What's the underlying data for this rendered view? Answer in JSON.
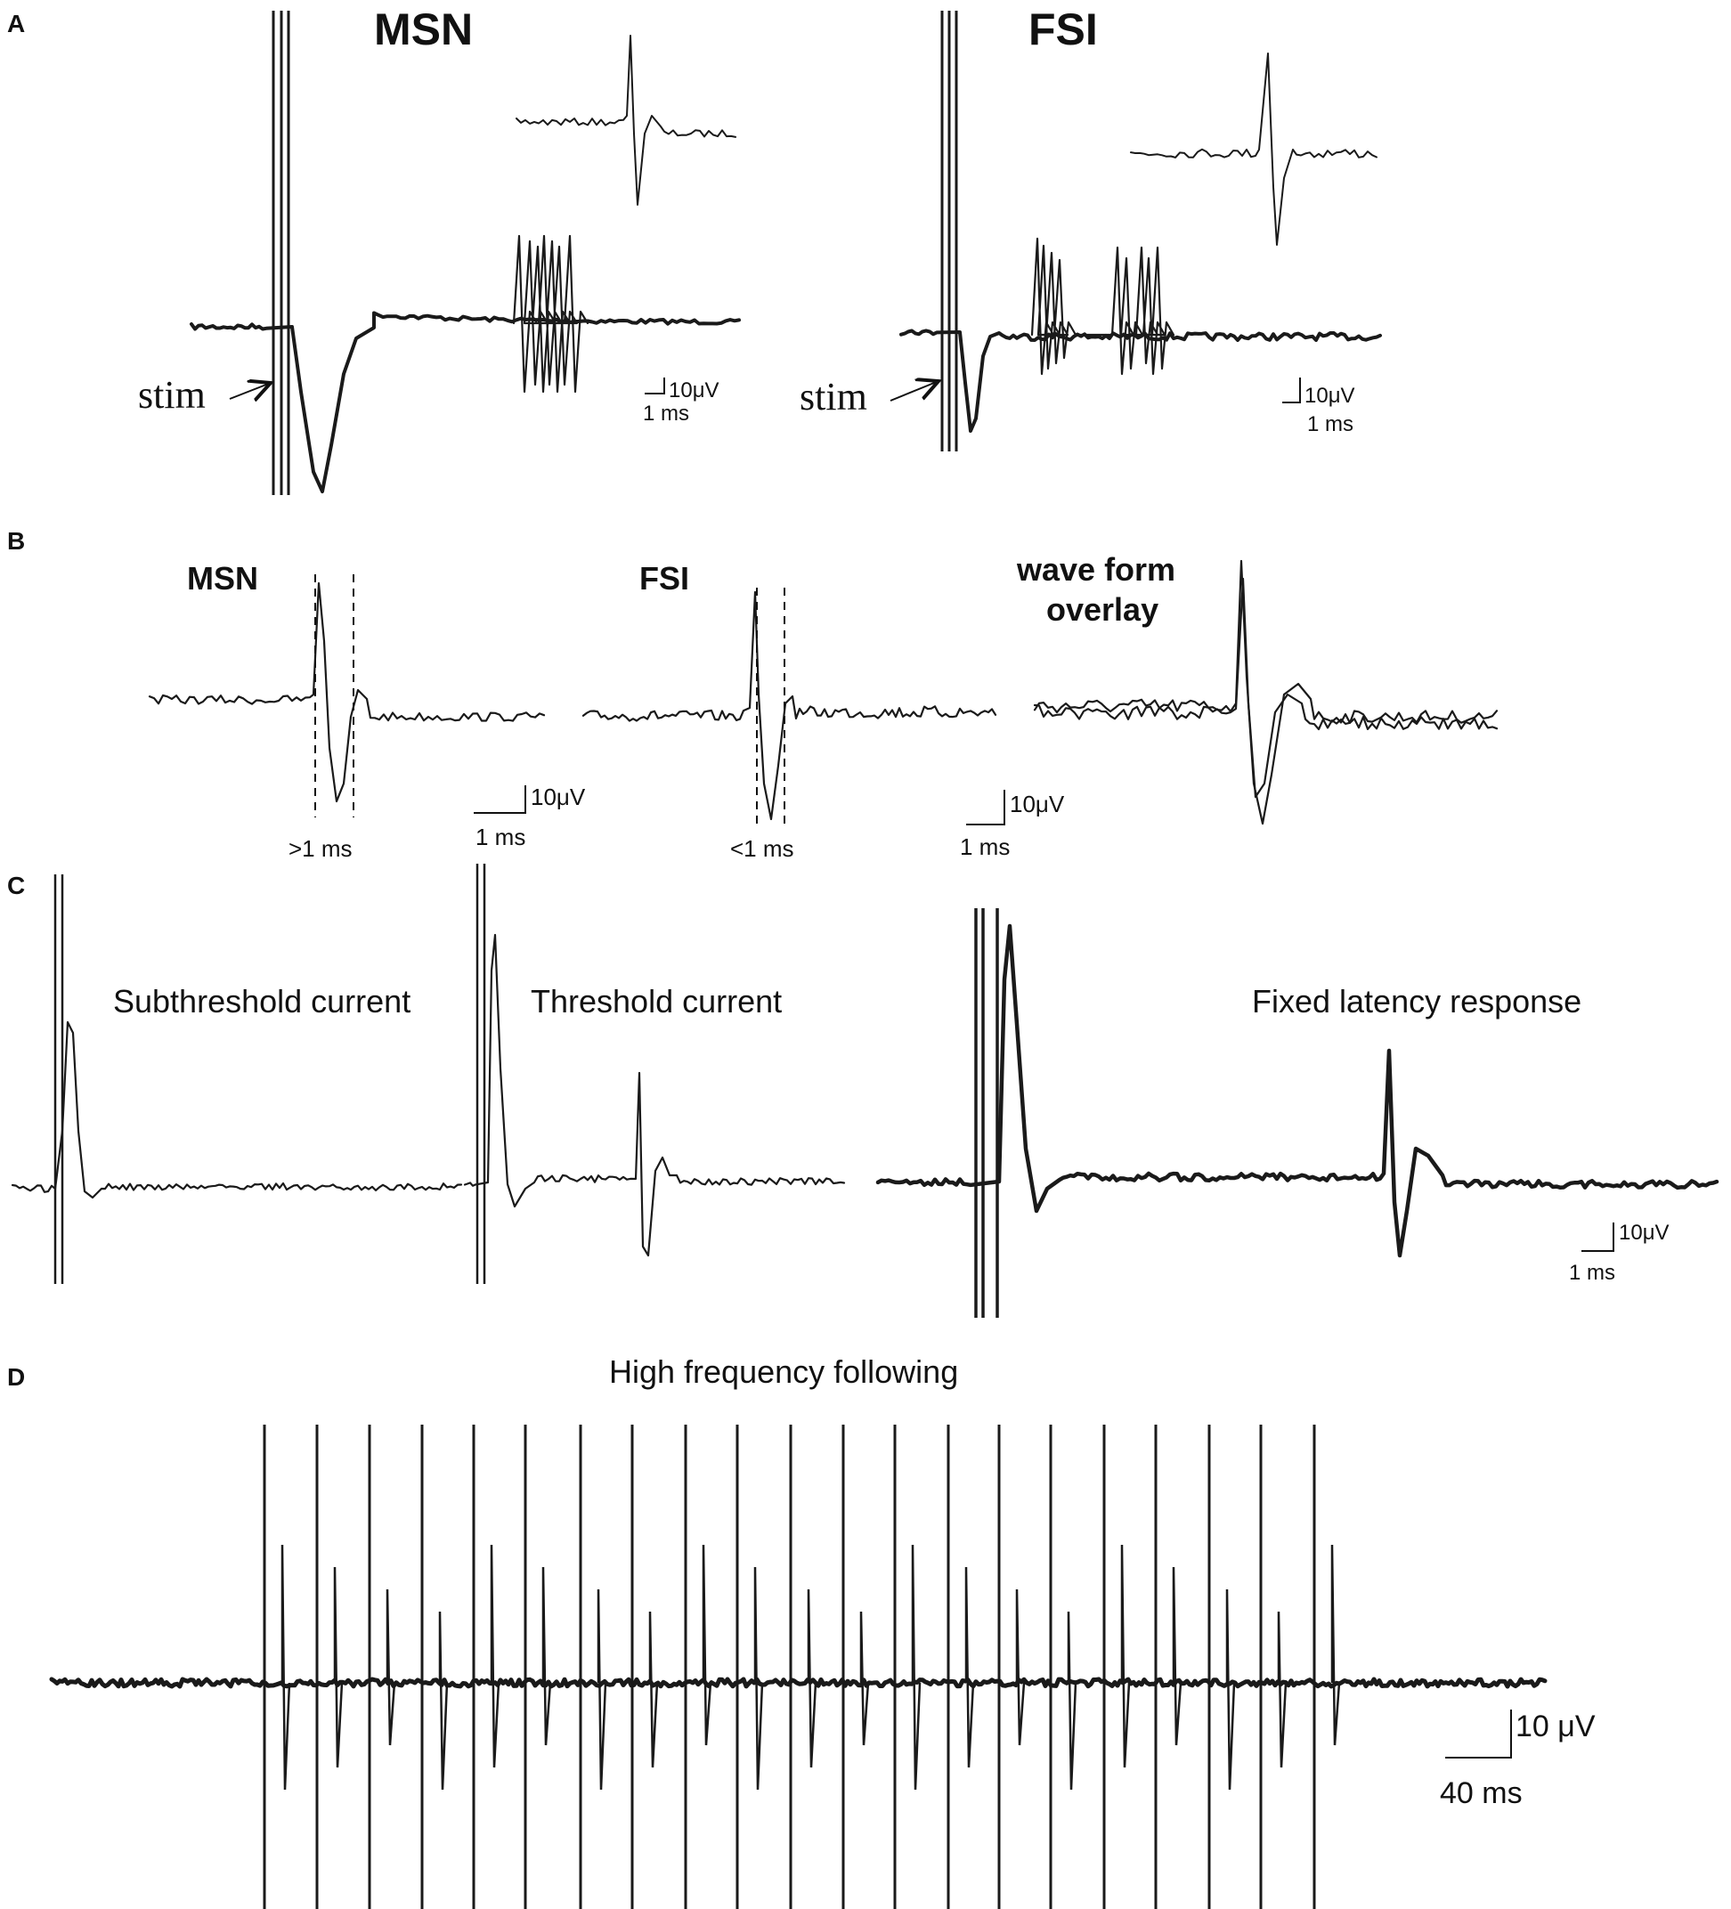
{
  "panels": {
    "a": {
      "letter": "A",
      "msn_title": "MSN",
      "fsi_title": "FSI",
      "stim_label_left": "stim",
      "stim_label_right": "stim",
      "scale_left_v": "10μV",
      "scale_left_t": "1 ms",
      "scale_right_v": "10μV",
      "scale_right_t": "1 ms"
    },
    "b": {
      "letter": "B",
      "msn_title": "MSN",
      "fsi_title": "FSI",
      "overlay_title_line1": "wave form",
      "overlay_title_line2": "overlay",
      "msn_width": ">1 ms",
      "fsi_width": "<1 ms",
      "scale_left_v": "10μV",
      "scale_left_t": "1 ms",
      "scale_right_v": "10μV",
      "scale_right_t": "1 ms"
    },
    "c": {
      "letter": "C",
      "subthreshold": "Subthreshold  current",
      "threshold": "Threshold  current",
      "fixed_latency": "Fixed latency response",
      "scale_v": "10μV",
      "scale_t": "1 ms"
    },
    "d": {
      "letter": "D",
      "title": "High frequency following",
      "scale_v": "10 μV",
      "scale_t": "40 ms"
    }
  },
  "colors": {
    "trace": "#1a1a1a",
    "background": "#ffffff"
  }
}
